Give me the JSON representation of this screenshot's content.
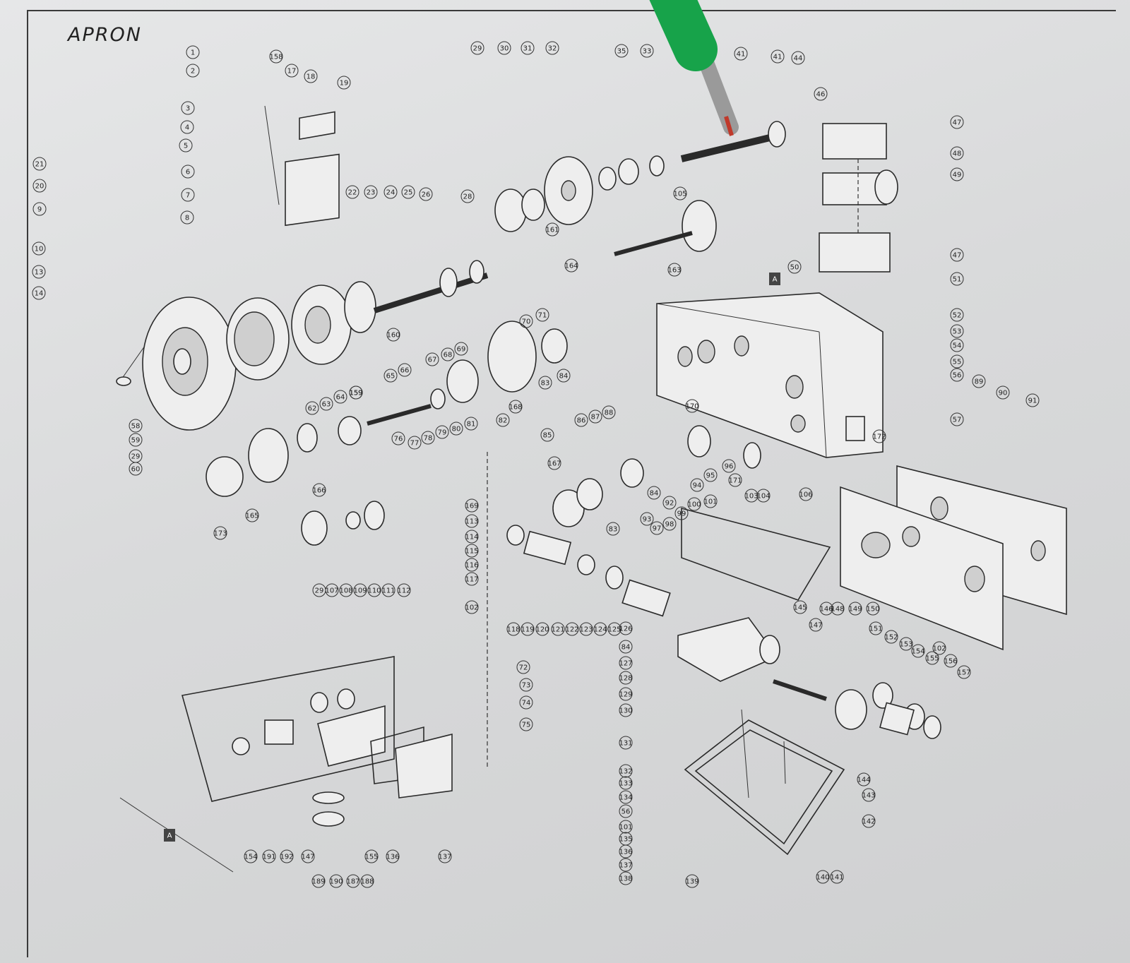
{
  "title": "APRON",
  "labels": [
    "1",
    "2",
    "158",
    "17",
    "18",
    "19",
    "3",
    "4",
    "5",
    "6",
    "7",
    "8",
    "21",
    "20",
    "9",
    "10",
    "13",
    "14",
    "22",
    "23",
    "24",
    "25",
    "26",
    "28",
    "29",
    "30",
    "31",
    "32",
    "161",
    "35",
    "33",
    "41",
    "41",
    "44",
    "46",
    "47",
    "48",
    "49",
    "47",
    "50",
    "51",
    "52",
    "53",
    "54",
    "55",
    "56",
    "89",
    "90",
    "91",
    "57",
    "172",
    "105",
    "163",
    "164",
    "70",
    "71",
    "83",
    "84",
    "67",
    "68",
    "69",
    "65",
    "66",
    "159",
    "160",
    "62",
    "63",
    "64",
    "159",
    "58",
    "59",
    "29",
    "60",
    "173",
    "165",
    "166",
    "29",
    "107",
    "108",
    "109",
    "110",
    "111",
    "112",
    "76",
    "77",
    "78",
    "79",
    "80",
    "81",
    "82",
    "168",
    "86",
    "87",
    "88",
    "170",
    "167",
    "85",
    "103",
    "104",
    "106",
    "171",
    "96",
    "95",
    "94",
    "101",
    "100",
    "99",
    "98",
    "97",
    "93",
    "92",
    "84",
    "83",
    "169",
    "113",
    "114",
    "115",
    "116",
    "117",
    "102",
    "118",
    "119",
    "120",
    "121",
    "122",
    "123",
    "124",
    "125",
    "72",
    "73",
    "74",
    "75",
    "145",
    "147",
    "146",
    "148",
    "149",
    "150",
    "151",
    "152",
    "153",
    "154",
    "155",
    "156",
    "157",
    "102",
    "126",
    "84",
    "127",
    "128",
    "129",
    "130",
    "131",
    "132",
    "133",
    "134",
    "56",
    "101",
    "135",
    "136",
    "137",
    "138",
    "139",
    "144",
    "143",
    "142",
    "140",
    "141",
    "154",
    "191",
    "192",
    "147",
    "189",
    "190",
    "187",
    "188",
    "155",
    "136",
    "137",
    "A",
    "A"
  ],
  "colors": {
    "paper": "#dedfe0",
    "ink": "#222222",
    "pen_body": "#17a34a",
    "pen_cap": "#0f6e31"
  }
}
